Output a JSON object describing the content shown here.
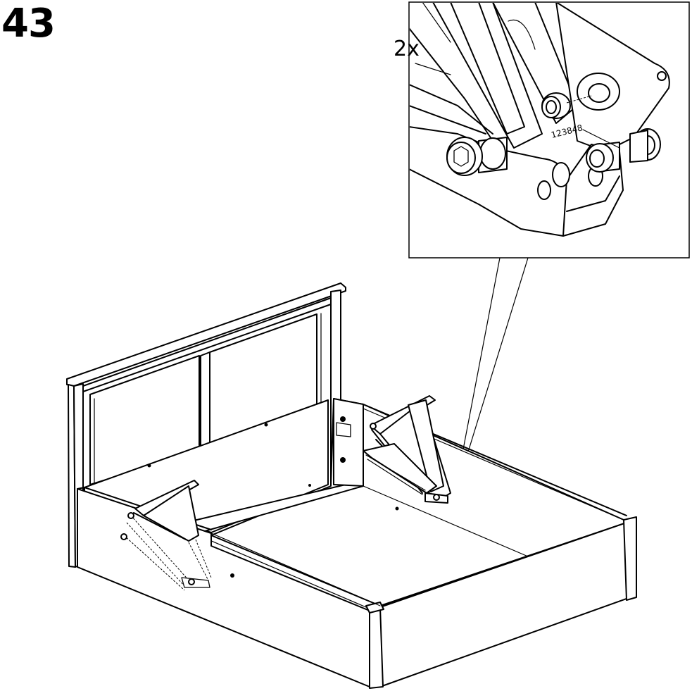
{
  "step": {
    "number": "43"
  },
  "detail_callout": {
    "quantity_label": "2x",
    "part_number": "123848"
  }
}
